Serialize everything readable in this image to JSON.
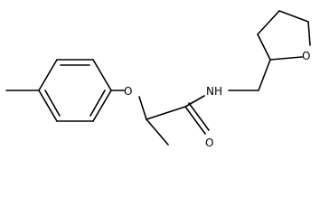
{
  "molecule": {
    "atoms": {
      "ether_oxygen": "O",
      "amide_nitrogen": "NH",
      "carbonyl_oxygen": "O",
      "ring_oxygen": "O"
    }
  }
}
